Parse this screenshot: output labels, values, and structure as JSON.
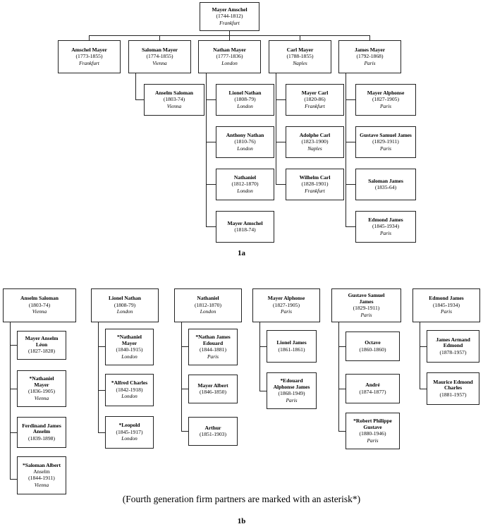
{
  "figure_1a": {
    "label": "1a",
    "generation1": [
      {
        "name": "Mayer Amschel",
        "years": "(1744-1812)",
        "city": "Frankfurt"
      }
    ],
    "generation2": [
      {
        "name": "Amschel Mayer",
        "years": "(1773-1855)",
        "city": "Frankfurt"
      },
      {
        "name": "Saloman Mayer",
        "years": "(1774-1855)",
        "city": "Vienna"
      },
      {
        "name": "Nathan Mayer",
        "years": "(1777-1836)",
        "city": "London"
      },
      {
        "name": "Carl Mayer",
        "years": "(1788-1855)",
        "city": "Naples"
      },
      {
        "name": "James Mayer",
        "years": "(1792-1868)",
        "city": "Paris"
      }
    ],
    "children_of_saloman_mayer": [
      {
        "name": "Anselm Saloman",
        "years": "(1803-74)",
        "city": "Vienna"
      }
    ],
    "children_of_nathan_mayer": [
      {
        "name": "Lionel Nathan",
        "years": "(1808-79)",
        "city": "London"
      },
      {
        "name": "Anthony Nathan",
        "years": "(1810-76)",
        "city": "London"
      },
      {
        "name": "Nathaniel",
        "years": "(1812-1870)",
        "city": "London"
      },
      {
        "name": "Mayer Amschel",
        "years": "(1818-74)",
        "city": ""
      }
    ],
    "children_of_carl_mayer": [
      {
        "name": "Mayer Carl",
        "years": "(1820-86)",
        "city": "Frankfurt"
      },
      {
        "name": "Adolphe Carl",
        "years": "(1823-1900)",
        "city": "Naples"
      },
      {
        "name": "Wilhelm Carl",
        "years": "(1828-1901)",
        "city": "Frankfurt"
      }
    ],
    "children_of_james_mayer": [
      {
        "name": "Mayer Alphonse",
        "years": "(1827-1905)",
        "city": "Paris"
      },
      {
        "name": "Gustave Samuel James",
        "years": "(1829-1911)",
        "city": "Paris"
      },
      {
        "name": "Saloman James",
        "years": "(1835-64)",
        "city": ""
      },
      {
        "name": "Edmond James",
        "years": "(1845-1934)",
        "city": "Paris"
      }
    ]
  },
  "figure_1b": {
    "label": "1b",
    "footnote": "(Fourth generation firm partners are marked with an asterisk*)",
    "columns": [
      {
        "parent": {
          "name": "Anselm Saloman",
          "years": "(1803-74)",
          "city": "Vienna"
        },
        "children": [
          {
            "name": "Mayer Anselm",
            "name2": "Léon",
            "name_plain": "",
            "years": "(1827-1828)",
            "city": ""
          },
          {
            "name": "*Nathaniel",
            "name2": "Mayer",
            "name_plain": "",
            "years": "(1836-1905)",
            "city": "Vienna"
          },
          {
            "name": "Ferdinand James",
            "name2": "Anselm",
            "name_plain": "",
            "years": "(1839-1898)",
            "city": ""
          },
          {
            "name": "*Saloman Albert",
            "name2": "",
            "name_plain": "Anselm",
            "years": "(1844-1911)",
            "city": "Vienna"
          }
        ]
      },
      {
        "parent": {
          "name": "Lionel Nathan",
          "years": "(1808-79)",
          "city": "London"
        },
        "children": [
          {
            "name": "*Nathaniel",
            "name2": "Mayer",
            "name_plain": "",
            "years": "(1840-1915)",
            "city": "London"
          },
          {
            "name": "*Alfred Charles",
            "name2": "",
            "name_plain": "",
            "years": "(1842-1918)",
            "city": "London"
          },
          {
            "name": "*Leopold",
            "name2": "",
            "name_plain": "",
            "years": "(1845-1917)",
            "city": "London"
          }
        ]
      },
      {
        "parent": {
          "name": "Nathaniel",
          "years": "(1812-1870)",
          "city": "London"
        },
        "children": [
          {
            "name": "*Nathan James",
            "name2": "Edouard",
            "name_plain": "",
            "years": "(1844-1881)",
            "city": "Paris"
          },
          {
            "name": "Mayer Albert",
            "name2": "",
            "name_plain": "",
            "years": "(1846-1850)",
            "city": ""
          },
          {
            "name": "Arthur",
            "name2": "",
            "name_plain": "",
            "years": "(1851-1903)",
            "city": ""
          }
        ]
      },
      {
        "parent": {
          "name": "Mayer Alphonse",
          "years": "(1827-1905)",
          "city": "Paris"
        },
        "children": [
          {
            "name": "Lionel James",
            "name2": "",
            "name_plain": "",
            "years": "(1861-1861)",
            "city": ""
          },
          {
            "name": "*Edouard",
            "name2": "Alphonse James",
            "name_plain": "",
            "years": "(1868-1949)",
            "city": "Paris"
          }
        ]
      },
      {
        "parent": {
          "name": "Gustave Samuel",
          "name2": "James",
          "years": "(1829-1911)",
          "city": "Paris"
        },
        "children": [
          {
            "name": "Octave",
            "name2": "",
            "name_plain": "",
            "years": "(1860-1860)",
            "city": ""
          },
          {
            "name": "André",
            "name2": "",
            "name_plain": "",
            "years": "(1874-1877)",
            "city": ""
          },
          {
            "name": "*Robert Philippe",
            "name2": "Gustave",
            "name_plain": "",
            "years": "(1880-1946)",
            "city": "Paris"
          }
        ]
      },
      {
        "parent": {
          "name": "Edmond James",
          "years": "(1845-1934)",
          "city": "Paris"
        },
        "children": [
          {
            "name": "James Armand",
            "name2": "Edmond",
            "name_plain": "",
            "years": "(1878-1957)",
            "city": ""
          },
          {
            "name": "Maurice Edmond",
            "name2": "Charles",
            "name_plain": "",
            "years": "(1881-1957)",
            "city": ""
          }
        ]
      }
    ]
  }
}
